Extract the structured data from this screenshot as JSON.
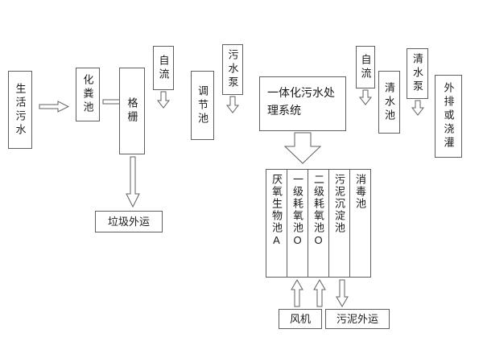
{
  "flowchart": {
    "main_flow": {
      "domestic_sewage": "生活污水",
      "septic_tank": "化粪池",
      "bar_screen": "格栅",
      "gravity_flow_1": "自流",
      "regulating_tank": "调节池",
      "sewage_pump": "污水泵",
      "integrated_system": "一体化污水处理系统",
      "gravity_flow_2": "自流",
      "clean_water_tank": "清水池",
      "clean_water_pump": "清水泵",
      "discharge_or_irrigation": "外排或浇灌"
    },
    "side_flows": {
      "garbage_removal": "垃圾外运",
      "fan": "风机",
      "sludge_removal": "污泥外运"
    },
    "treatment_units": [
      "厌氧生物池A",
      "一级耗氧池O",
      "二级耗氧池O",
      "污泥沉淀池",
      "消毒池"
    ],
    "colors": {
      "line": "#5f5f5f",
      "background": "#ffffff",
      "text": "#000000"
    }
  }
}
